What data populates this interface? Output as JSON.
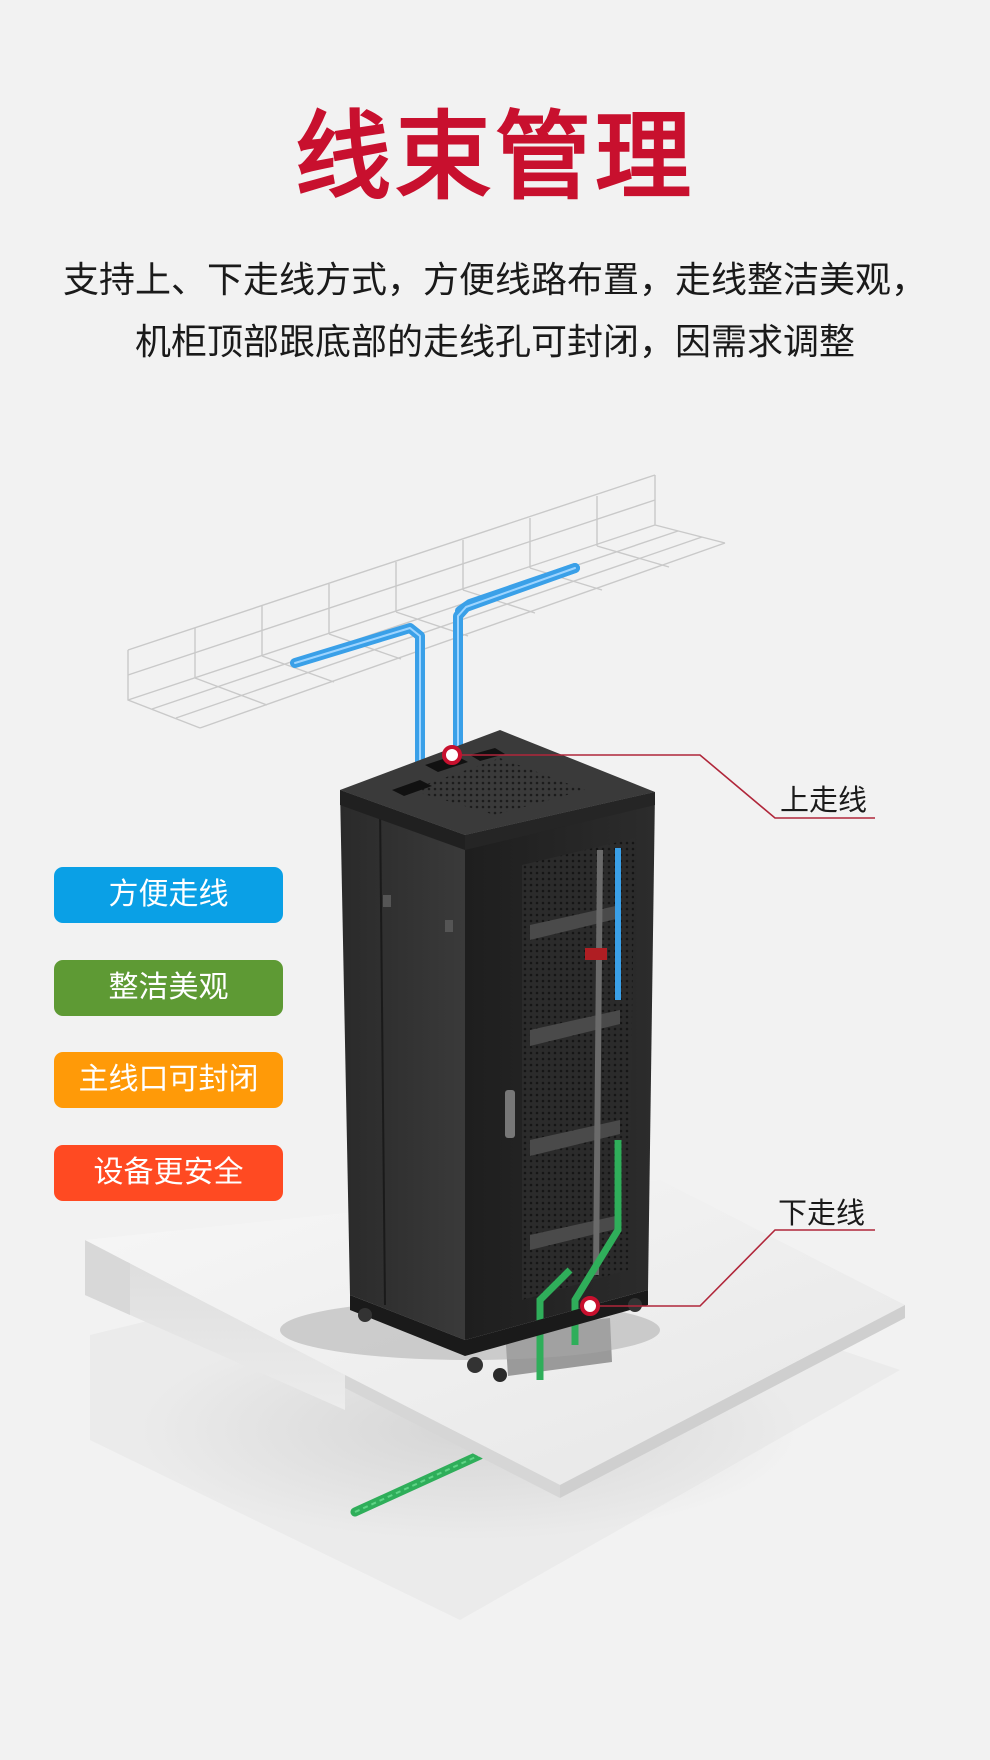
{
  "header": {
    "title": "线束管理",
    "subtitle_line1": "支持上、下走线方式，方便线路布置，走线整洁美观，",
    "subtitle_line2": "机柜顶部跟底部的走线孔可封闭，因需求调整"
  },
  "features": [
    {
      "label": "方便走线",
      "color": "#0aa0e6"
    },
    {
      "label": "整洁美观",
      "color": "#5e9a34"
    },
    {
      "label": "主线口可封闭",
      "color": "#ff9a08"
    },
    {
      "label": "设备更安全",
      "color": "#ff4a22"
    }
  ],
  "callouts": {
    "top": "上走线",
    "bottom": "下走线"
  },
  "colors": {
    "title_red": "#c8102e",
    "cable_blue": "#3aa0e8",
    "cable_green": "#2fae5a"
  }
}
